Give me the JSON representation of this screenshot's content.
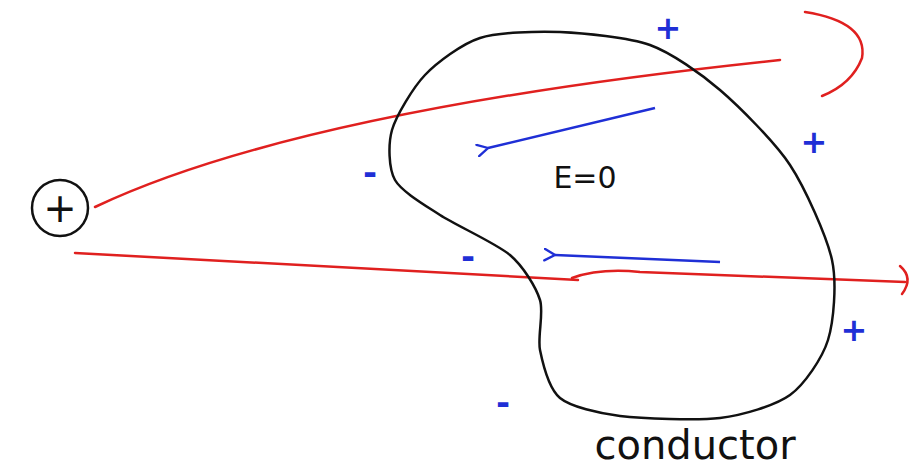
{
  "diagram": {
    "nodes": [
      {
        "text": [
          "+"
        ]
      },
      {
        "text": [
          "E=0",
          "conductor"
        ]
      }
    ],
    "labels": [
      "+",
      "+",
      "+",
      "-",
      "-",
      "-"
    ]
  }
}
